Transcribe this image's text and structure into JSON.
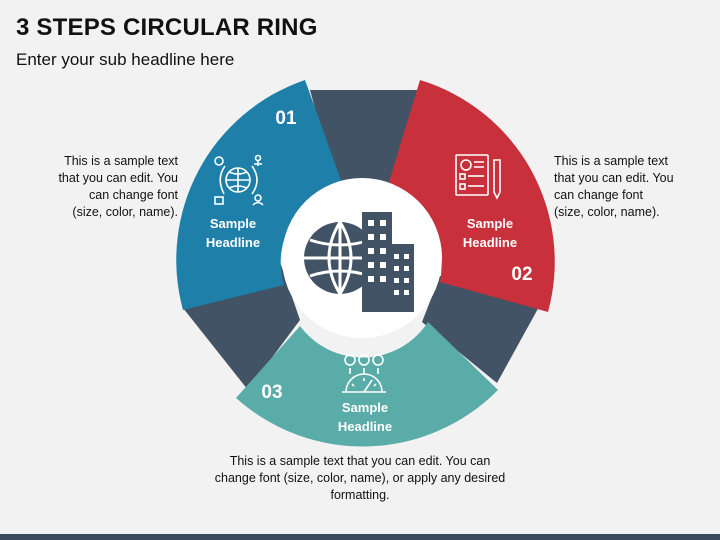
{
  "title": "3 STEPS CIRCULAR RING",
  "subtitle": "Enter your sub headline here",
  "steps": [
    {
      "number": "01",
      "headline_line1": "Sample",
      "headline_line2": "Headline",
      "color": "#1e7fa8",
      "icon": "globe-network-icon",
      "text": "This is a sample text that you can edit. You can change font (size, color, name)."
    },
    {
      "number": "02",
      "headline_line1": "Sample",
      "headline_line2": "Headline",
      "color": "#c8303b",
      "icon": "checklist-document-icon",
      "text": "This is a sample text that you can edit. You can change font (size, color, name)."
    },
    {
      "number": "03",
      "headline_line1": "Sample",
      "headline_line2": "Headline",
      "color": "#5aaca8",
      "icon": "performance-gauge-icon",
      "text": "This is a sample text that you can edit. You can change font (size, color, name), or apply any desired formatting."
    }
  ],
  "connector_color": "#435366",
  "center_icon": "globe-buildings-icon"
}
